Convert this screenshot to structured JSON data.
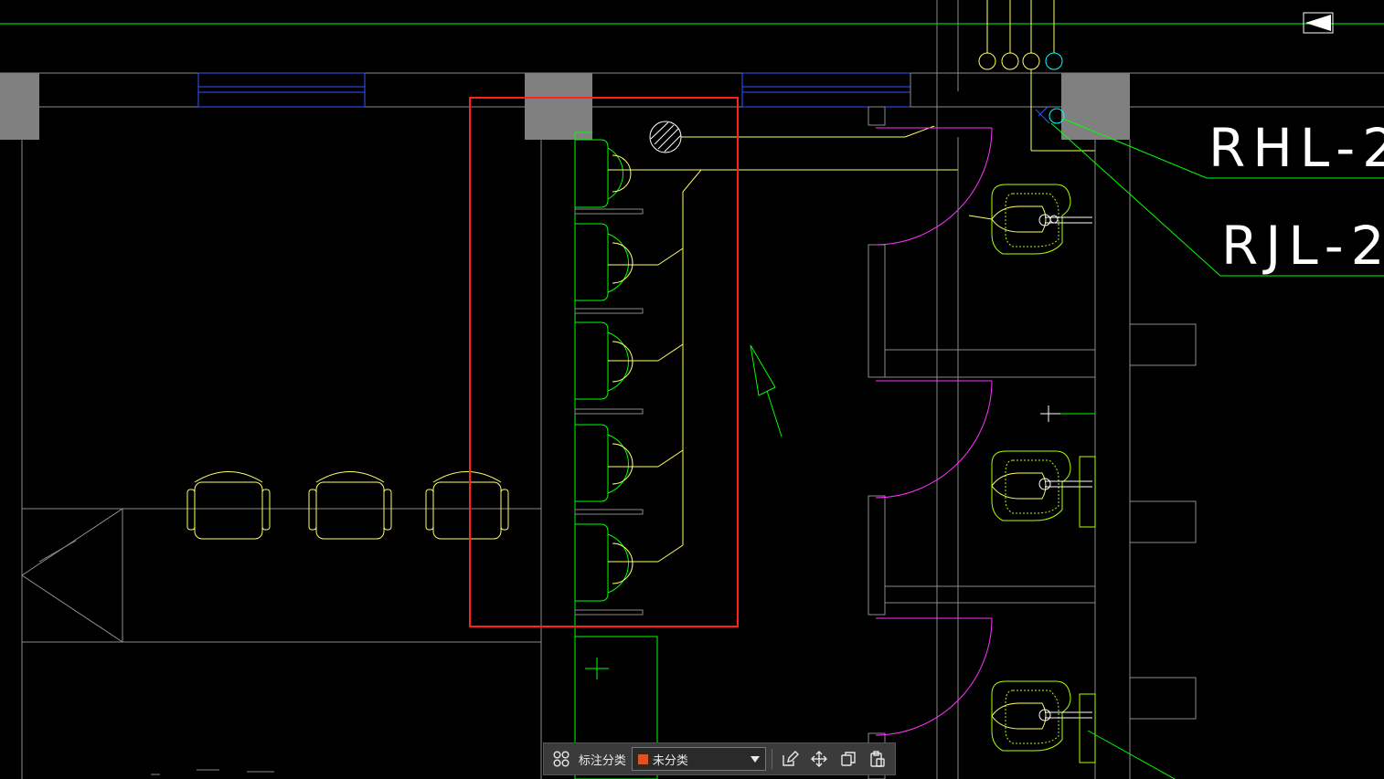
{
  "drawing": {
    "labels": {
      "pipe_1": "RHL-2",
      "pipe_2": "RJL-2"
    },
    "colors": {
      "wall": "#8c8c8c",
      "column": "#808080",
      "green": "#00ff00",
      "yellow": "#ffff66",
      "magenta": "#ff33ff",
      "blue": "#3355ff",
      "cyan": "#00ffff",
      "selection": "#ff2020"
    }
  },
  "toolbar": {
    "category_label": "标注分类",
    "category_value": "未分类",
    "category_color": "#e0521f",
    "icons": [
      "grid-icon",
      "edit-icon",
      "move-icon",
      "copy-icon",
      "paste-icon"
    ]
  }
}
